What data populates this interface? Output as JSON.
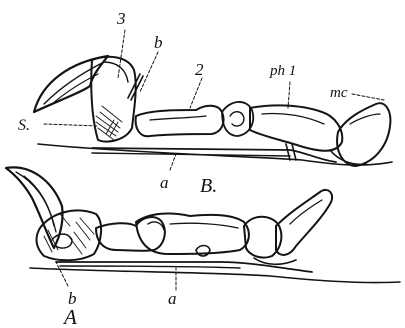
{
  "figure": {
    "labels": {
      "three": "3",
      "b_upper": "b",
      "two": "2",
      "ph1": "ph 1",
      "mc": "mc",
      "s": "S.",
      "a_upper": "a",
      "B": "B.",
      "b_lower": "b",
      "a_lower": "a",
      "A": "A"
    }
  }
}
